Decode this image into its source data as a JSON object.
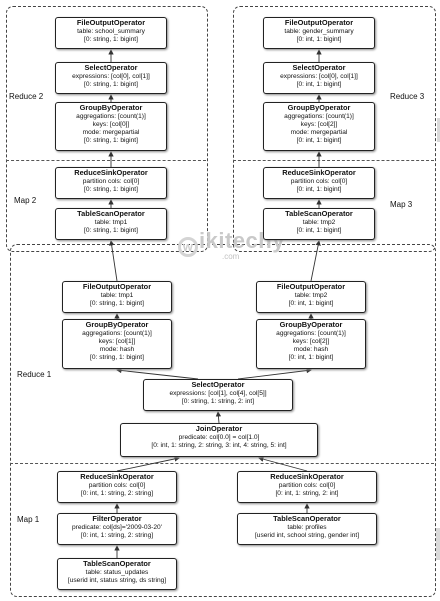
{
  "groups": {
    "reduce2": {
      "label": "Reduce 2"
    },
    "map2": {
      "label": "Map 2"
    },
    "reduce3": {
      "label": "Reduce 3"
    },
    "map3": {
      "label": "Map  3"
    },
    "reduce1": {
      "label": "Reduce 1"
    },
    "map1": {
      "label": "Map 1"
    }
  },
  "nodes": {
    "r2_fileout": {
      "title": "FileOutputOperator",
      "lines": [
        "table: school_summary",
        "[0: string, 1: bigint]"
      ]
    },
    "r2_select": {
      "title": "SelectOperator",
      "lines": [
        "expressions: [col[0], col[1]]",
        "[0: string, 1: bigint]"
      ]
    },
    "r2_groupby": {
      "title": "GroupByOperator",
      "lines": [
        "aggregations: [count(1)]",
        "keys: [col[0]]",
        "mode: mergepartial",
        "[0: string, 1: bigint]"
      ]
    },
    "m2_reducesink": {
      "title": "ReduceSinkOperator",
      "lines": [
        "partition cols: col[0]",
        "[0: string, 1: bigint]"
      ]
    },
    "m2_tablescan": {
      "title": "TableScanOperator",
      "lines": [
        "table: tmp1",
        "[0: string, 1: bigint]"
      ]
    },
    "r3_fileout": {
      "title": "FileOutputOperator",
      "lines": [
        "table: gender_summary",
        "[0: int, 1: bigint]"
      ]
    },
    "r3_select": {
      "title": "SelectOperator",
      "lines": [
        "expressions: [col[0], col[1]]",
        "[0: int, 1: bigint]"
      ]
    },
    "r3_groupby": {
      "title": "GroupByOperator",
      "lines": [
        "aggregations: [count(1)]",
        "keys: [col[2]]",
        "mode: mergepartial",
        "[0: int, 1: bigint]"
      ]
    },
    "m3_reducesink": {
      "title": "ReduceSinkOperator",
      "lines": [
        "partition cols: col[0]",
        "[0: int, 1: bigint]"
      ]
    },
    "m3_tablescan": {
      "title": "TableScanOperator",
      "lines": [
        "table: tmp2",
        "[0: int, 1: bigint]"
      ]
    },
    "r1_fileout1": {
      "title": "FileOutputOperator",
      "lines": [
        "table: tmp1",
        "[0: string, 1: bigint]"
      ]
    },
    "r1_groupby1": {
      "title": "GroupByOperator",
      "lines": [
        "aggregations: [count(1)]",
        "keys: [col[1]]",
        "mode: hash",
        "[0: string, 1: bigint]"
      ]
    },
    "r1_fileout2": {
      "title": "FileOutputOperator",
      "lines": [
        "table: tmp2",
        "[0: int, 1: bigint]"
      ]
    },
    "r1_groupby2": {
      "title": "GroupByOperator",
      "lines": [
        "aggregations: [count(1)]",
        "keys: [col[2]]",
        "mode: hash",
        "[0: int, 1: bigint]"
      ]
    },
    "r1_select": {
      "title": "SelectOperator",
      "lines": [
        "expressions: [col[1], col[4], col[5]]",
        "[0: string, 1: string, 2: int]"
      ]
    },
    "r1_join": {
      "title": "JoinOperator",
      "lines": [
        "predicate: col[0.0] = col[1.0]",
        "[0: int, 1: string, 2: string, 3: int, 4: string, 5: int]"
      ]
    },
    "m1_reducesink1": {
      "title": "ReduceSinkOperator",
      "lines": [
        "partition cols: col[0]",
        "[0: int, 1: string, 2: string]"
      ]
    },
    "m1_filter": {
      "title": "FilterOperator",
      "lines": [
        "predicate: col[ds]='2009-03-20'",
        "[0: int, 1: string, 2: string]"
      ]
    },
    "m1_tablescan1": {
      "title": "TableScanOperator",
      "lines": [
        "table: status_updates",
        "[userid int, status string, ds string]"
      ]
    },
    "m1_reducesink2": {
      "title": "ReduceSinkOperator",
      "lines": [
        "partition cols: col[0]",
        "[0: int, 1: string, 2: int]"
      ]
    },
    "m1_tablescan2": {
      "title": "TableScanOperator",
      "lines": [
        "table: profiles",
        "[userid int, school string, gender int]"
      ]
    }
  },
  "watermark": {
    "logo_text": "wikitechy",
    "sub_text": ".com"
  },
  "colors": {
    "border": "#222222",
    "dashed": "#444444",
    "arrow": "#333333",
    "watermark": "#c9c9c9"
  }
}
